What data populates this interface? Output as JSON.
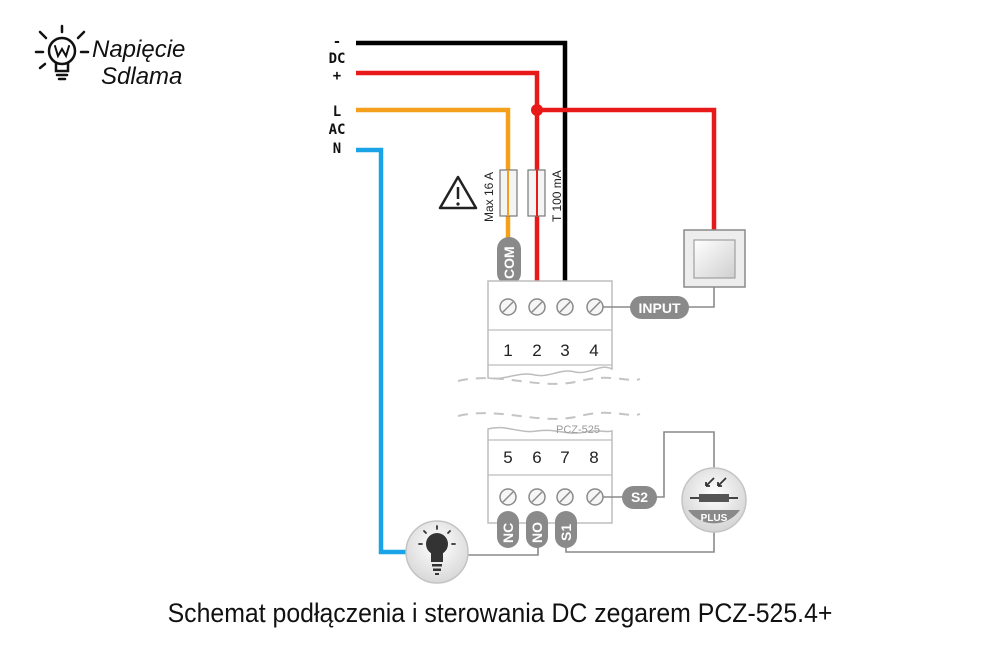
{
  "logo": {
    "line1": "Napięcie",
    "line2": "Sdlama"
  },
  "sources": {
    "dc_minus": "-",
    "dc": "DC",
    "dc_plus": "+",
    "ac_l": "L",
    "ac": "AC",
    "ac_n": "N"
  },
  "fuses": {
    "left": "Max 16 A",
    "right": "T 100 mA"
  },
  "terminals": {
    "top": [
      "1",
      "2",
      "3",
      "4"
    ],
    "bottom": [
      "5",
      "6",
      "7",
      "8"
    ]
  },
  "pills": {
    "com": "COM",
    "input": "INPUT",
    "s2": "S2",
    "nc": "NC",
    "no": "NO",
    "s1": "S1"
  },
  "device": {
    "model": "PCZ-525"
  },
  "sensor": {
    "label": "PLUS"
  },
  "caption": "Schemat podłączenia i sterowania DC zegarem PCZ-525.4+",
  "colors": {
    "dc_negative": "#000000",
    "dc_positive": "#e81919",
    "live": "#f5a01a",
    "neutral": "#1aa3e6",
    "signal": "#8a8a8a"
  }
}
